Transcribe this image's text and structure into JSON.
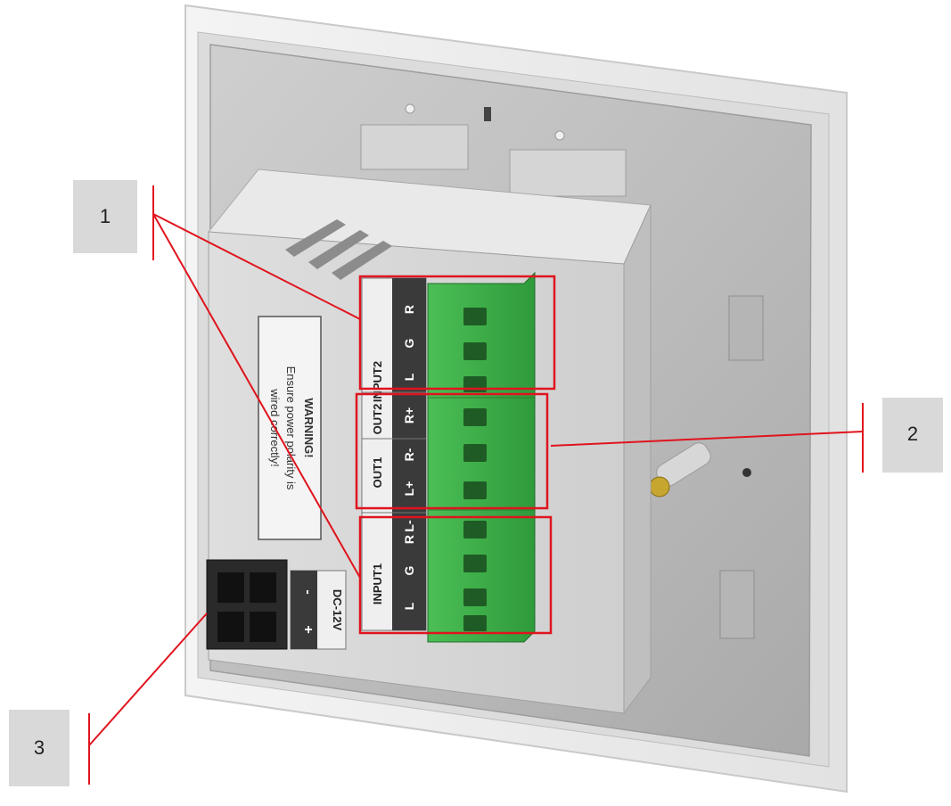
{
  "callouts": [
    {
      "number": "1"
    },
    {
      "number": "2"
    },
    {
      "number": "3"
    }
  ],
  "device": {
    "warning_title": "WARNING!",
    "warning_line1": "Ensure power polarity is",
    "warning_line2": "wired correctly!",
    "terminal_groups": [
      {
        "name": "INPUT2",
        "pins": [
          "L",
          "G",
          "R"
        ]
      },
      {
        "name": "OUT2",
        "pins": [
          "R+"
        ]
      },
      {
        "name": "OUT1",
        "pins": [
          "R-",
          "L+",
          "L-"
        ]
      },
      {
        "name": "INPUT1",
        "pins": [
          "R",
          "G",
          "L"
        ]
      }
    ],
    "power_label": "DC-12V",
    "power_pins": [
      "-",
      "+"
    ]
  },
  "colors": {
    "highlight": "#e0141e",
    "terminal_green": "#3fae49",
    "callout_box": "#d9d9d9",
    "housing": "#c8c9ca",
    "panel": "#eeeeee"
  }
}
